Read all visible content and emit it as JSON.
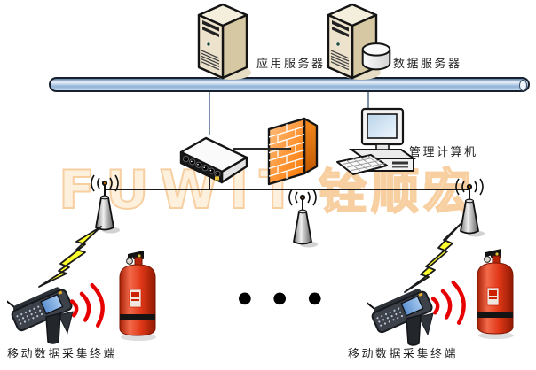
{
  "watermark": {
    "latin": "FUWIT",
    "cjk": "铨顺宏"
  },
  "nodes": {
    "app_server": {
      "label": "应用服务器"
    },
    "data_server": {
      "label": "数据服务器"
    },
    "mgmt_computer": {
      "label": "管理计算机"
    },
    "terminal_left": {
      "label": "移动数据采集终端"
    },
    "terminal_right": {
      "label": "移动数据采集终端"
    }
  },
  "ellipsis": "● ● ●",
  "colors": {
    "signal-red": "#e60000",
    "lightning-yellow": "#ffff2e",
    "firewall-orange": "#fc7c00",
    "bus-blue": "#8fb2d6",
    "extinguisher-red": "#d93318",
    "watermark-cream": "#fdf0dd",
    "watermark-edge": "#f7cfa0"
  }
}
